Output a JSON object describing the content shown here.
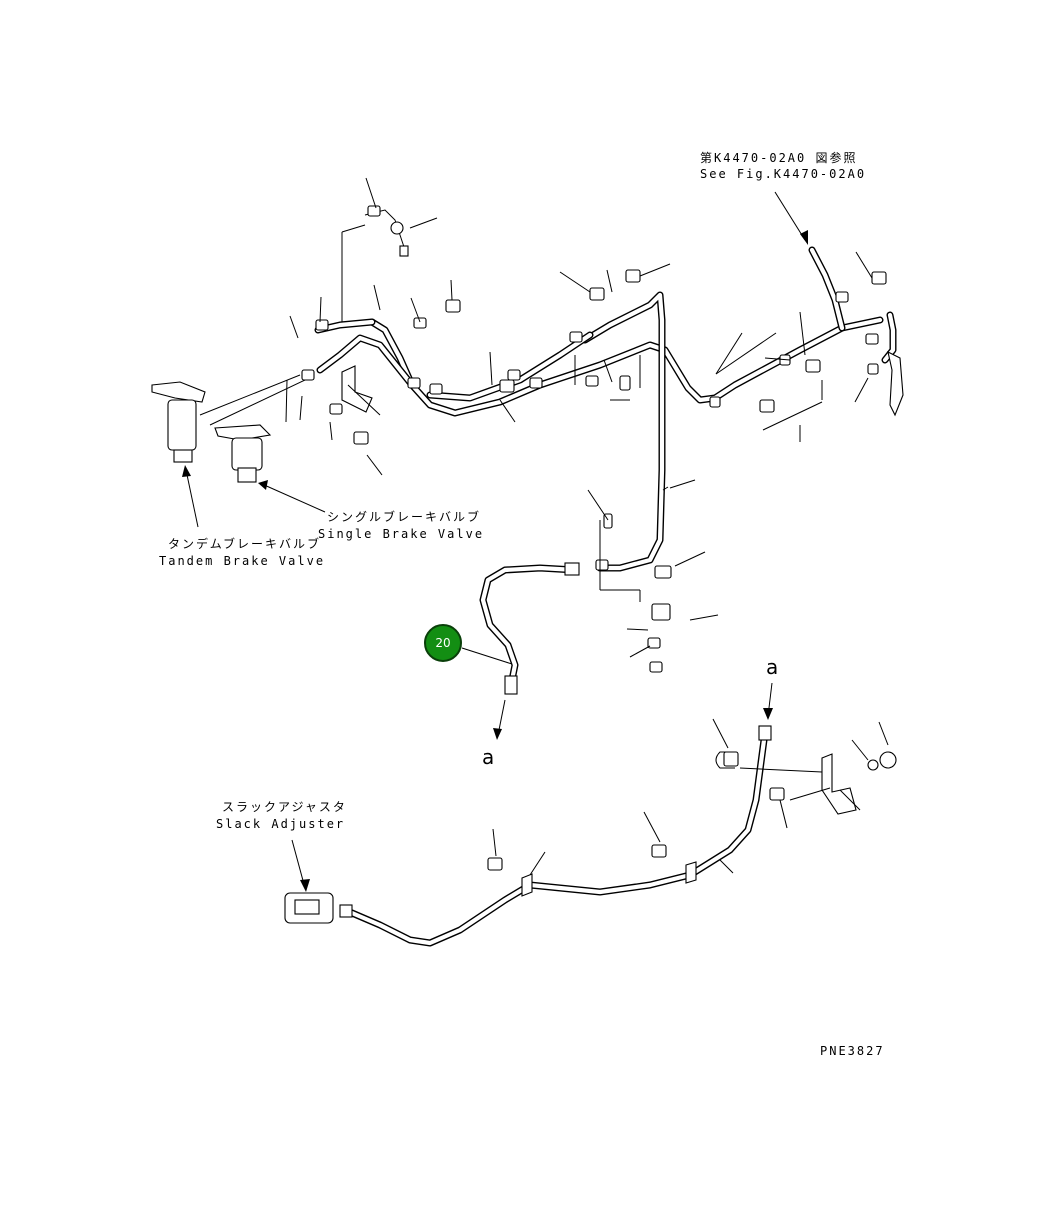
{
  "callout": {
    "number": "20"
  },
  "labels": {
    "see_fig_jp": "第K4470-02A0 図参照",
    "see_fig_en": "See Fig.K4470-02A0",
    "single_brake_jp": "シングルブレーキバルブ",
    "single_brake_en": "Single Brake Valve",
    "tandem_brake_jp": "タンデムブレーキバルブ",
    "tandem_brake_en": "Tandem Brake Valve",
    "slack_adjuster_jp": "スラックアジャスタ",
    "slack_adjuster_en": "Slack Adjuster",
    "connector_a_upper": "a",
    "connector_a_lower": "a",
    "drawing_code": "PNE3827"
  },
  "colors": {
    "callout_fill": "#138e13",
    "callout_border": "#0a3f0a",
    "line": "#000000",
    "background": "#ffffff"
  }
}
